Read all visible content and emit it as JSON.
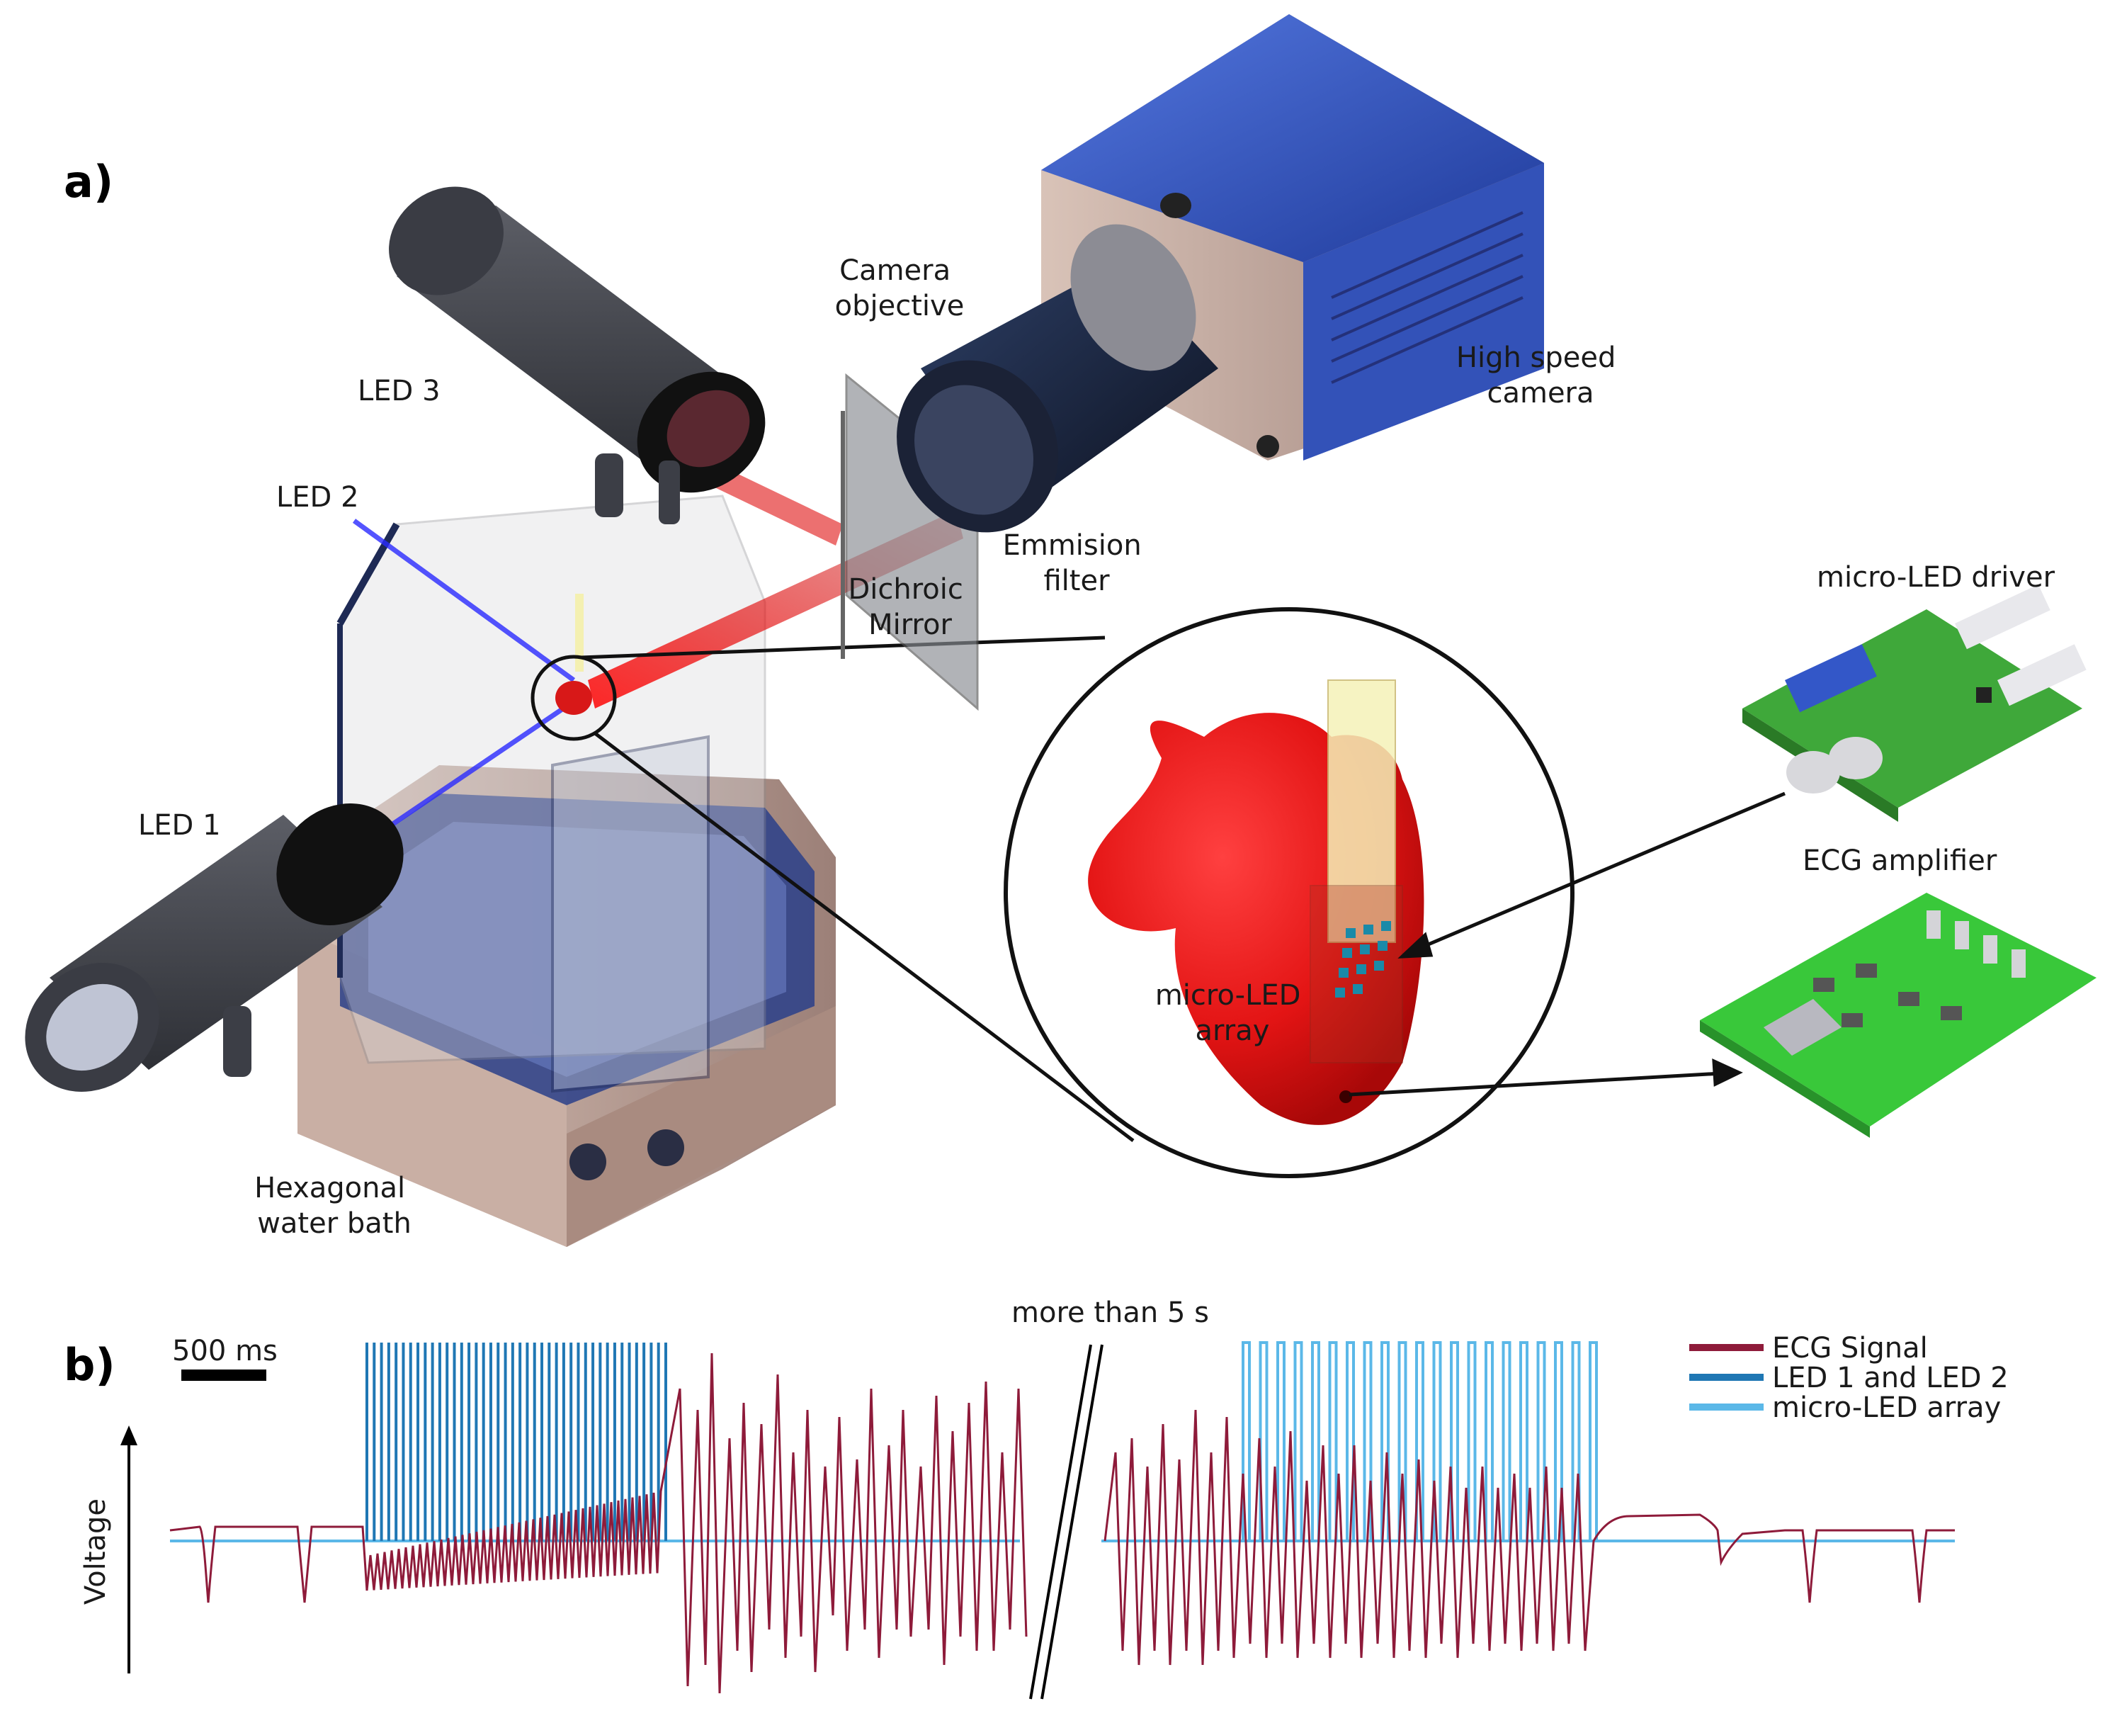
{
  "panels": {
    "a": "a)",
    "b": "b)"
  },
  "labels": {
    "camera_objective": [
      "Camera",
      "objective"
    ],
    "high_speed_camera": [
      "High speed",
      "camera"
    ],
    "led3": "LED 3",
    "led2": "LED 2",
    "led1": "LED 1",
    "emission_filter": [
      "Emmision",
      "filter"
    ],
    "dichroic_mirror": [
      "Dichroic",
      "Mirror"
    ],
    "micro_led_driver": "micro-LED driver",
    "ecg_amplifier": "ECG amplifier",
    "micro_led_array": [
      "micro-LED",
      "array"
    ],
    "water_bath": [
      "Hexagonal",
      "water bath"
    ]
  },
  "trace": {
    "break_label": "more than 5 s",
    "scale_bar_label": "500 ms",
    "y_axis_label": "Voltage",
    "legend": [
      {
        "name": "ECG Signal",
        "color": "#8e1b3a"
      },
      {
        "name": "LED 1 and LED 2",
        "color": "#1f77b4"
      },
      {
        "name": "micro-LED array",
        "color": "#5bb8e8"
      }
    ]
  },
  "colors": {
    "ecg": "#8e1b3a",
    "led12": "#1f77b4",
    "micro_led": "#5bb8e8",
    "heart": "#e01515",
    "pcb": "#3fa83a",
    "camera_body": "#3a5bc8",
    "metal": "#c7aea4"
  }
}
